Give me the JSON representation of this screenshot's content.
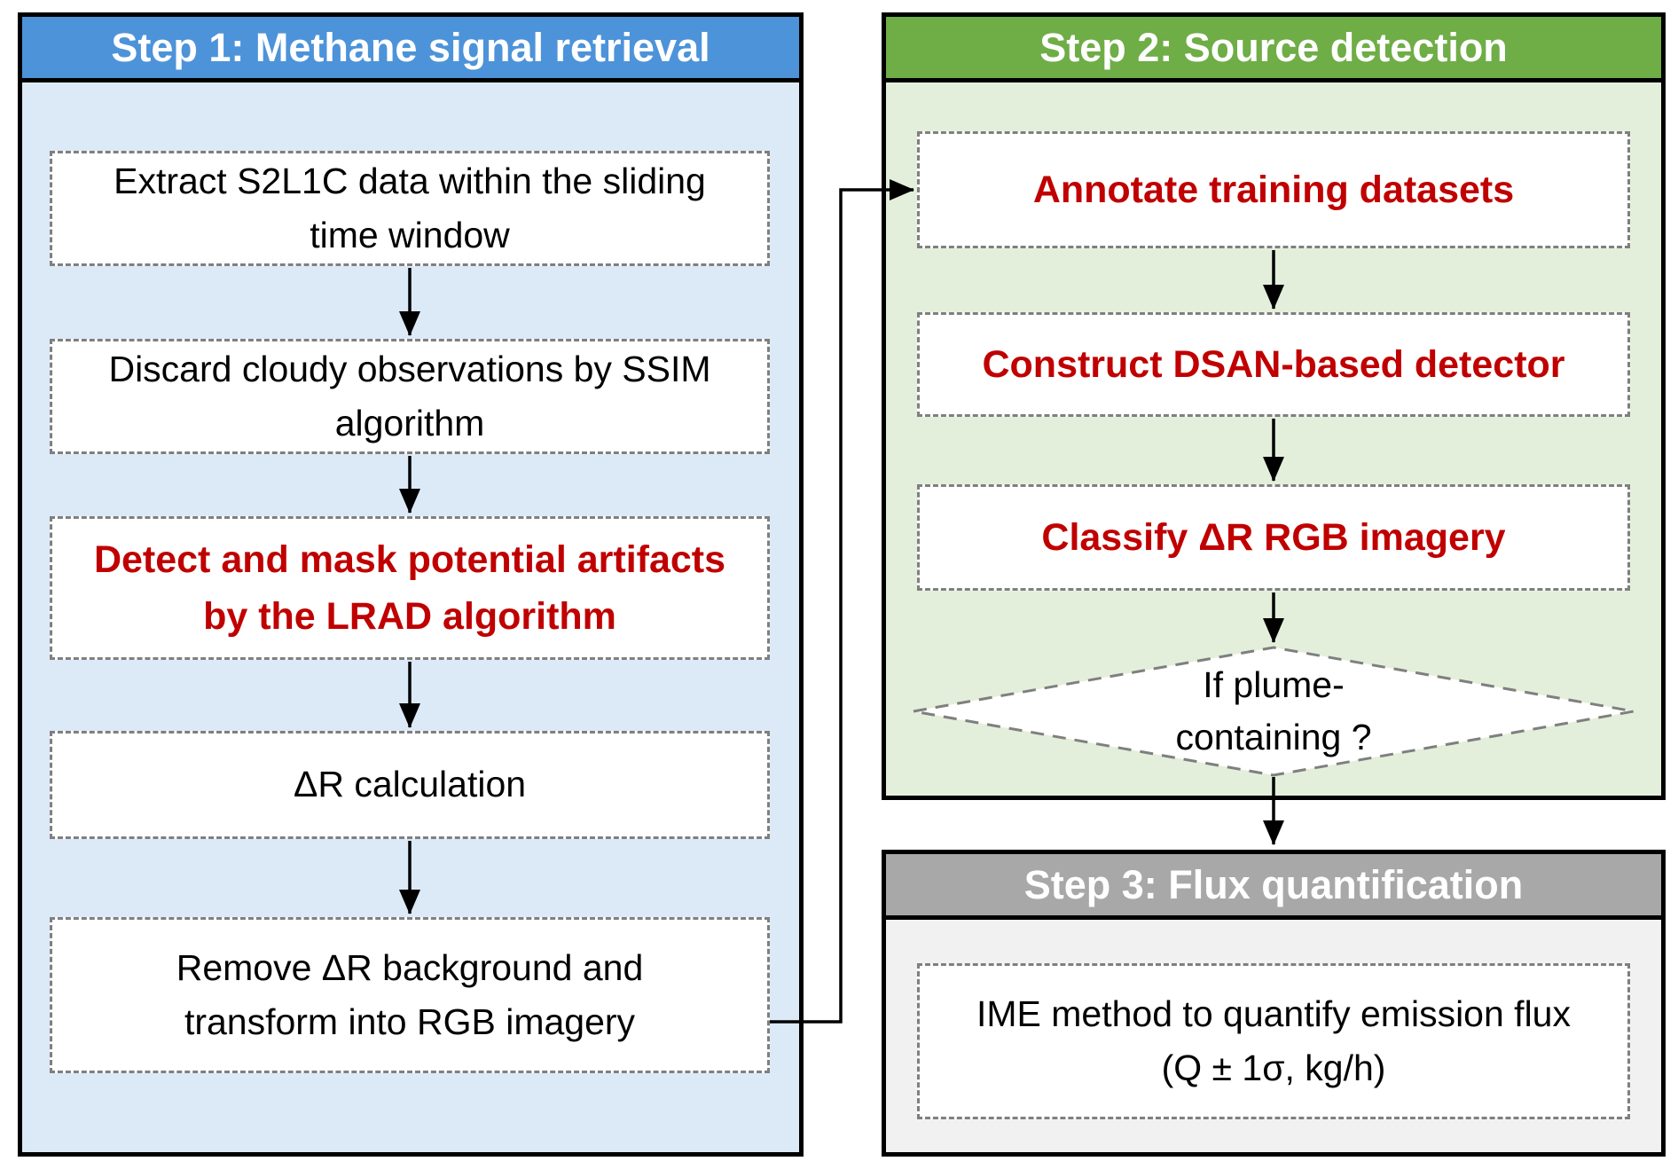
{
  "colors": {
    "step1_header": "#4d93d9",
    "step1_body": "#dce9f7",
    "step2_header": "#6fad47",
    "step2_body": "#e3efda",
    "step3_header": "#a8a8a8",
    "step3_body": "#f1f1f1",
    "emphasis_text": "#c00000",
    "dashed_border": "#7f7f7f",
    "panel_border": "#000000"
  },
  "step1": {
    "title": "Step 1: Methane signal retrieval",
    "boxes": [
      {
        "emphasis": false,
        "lines": [
          "Extract S2L1C data within the sliding",
          "time window"
        ]
      },
      {
        "emphasis": false,
        "lines": [
          "Discard cloudy observations by SSIM",
          "algorithm"
        ]
      },
      {
        "emphasis": true,
        "lines": [
          "Detect and mask potential artifacts",
          "by the LRAD algorithm"
        ]
      },
      {
        "emphasis": false,
        "lines": [
          "ΔR calculation"
        ]
      },
      {
        "emphasis": false,
        "lines": [
          "Remove ΔR background and",
          "transform into RGB imagery"
        ]
      }
    ]
  },
  "step2": {
    "title": "Step 2: Source detection",
    "boxes": [
      {
        "emphasis": true,
        "lines": [
          "Annotate training datasets"
        ]
      },
      {
        "emphasis": true,
        "lines": [
          "Construct DSAN-based detector"
        ]
      },
      {
        "emphasis": true,
        "lines": [
          "Classify ΔR RGB imagery"
        ]
      }
    ],
    "decision": {
      "lines": [
        "If plume-",
        "containing ?"
      ]
    }
  },
  "step3": {
    "title": "Step 3: Flux quantification",
    "box": {
      "lines": [
        "IME method to quantify emission flux",
        "(Q ± 1σ, kg/h)"
      ]
    }
  }
}
